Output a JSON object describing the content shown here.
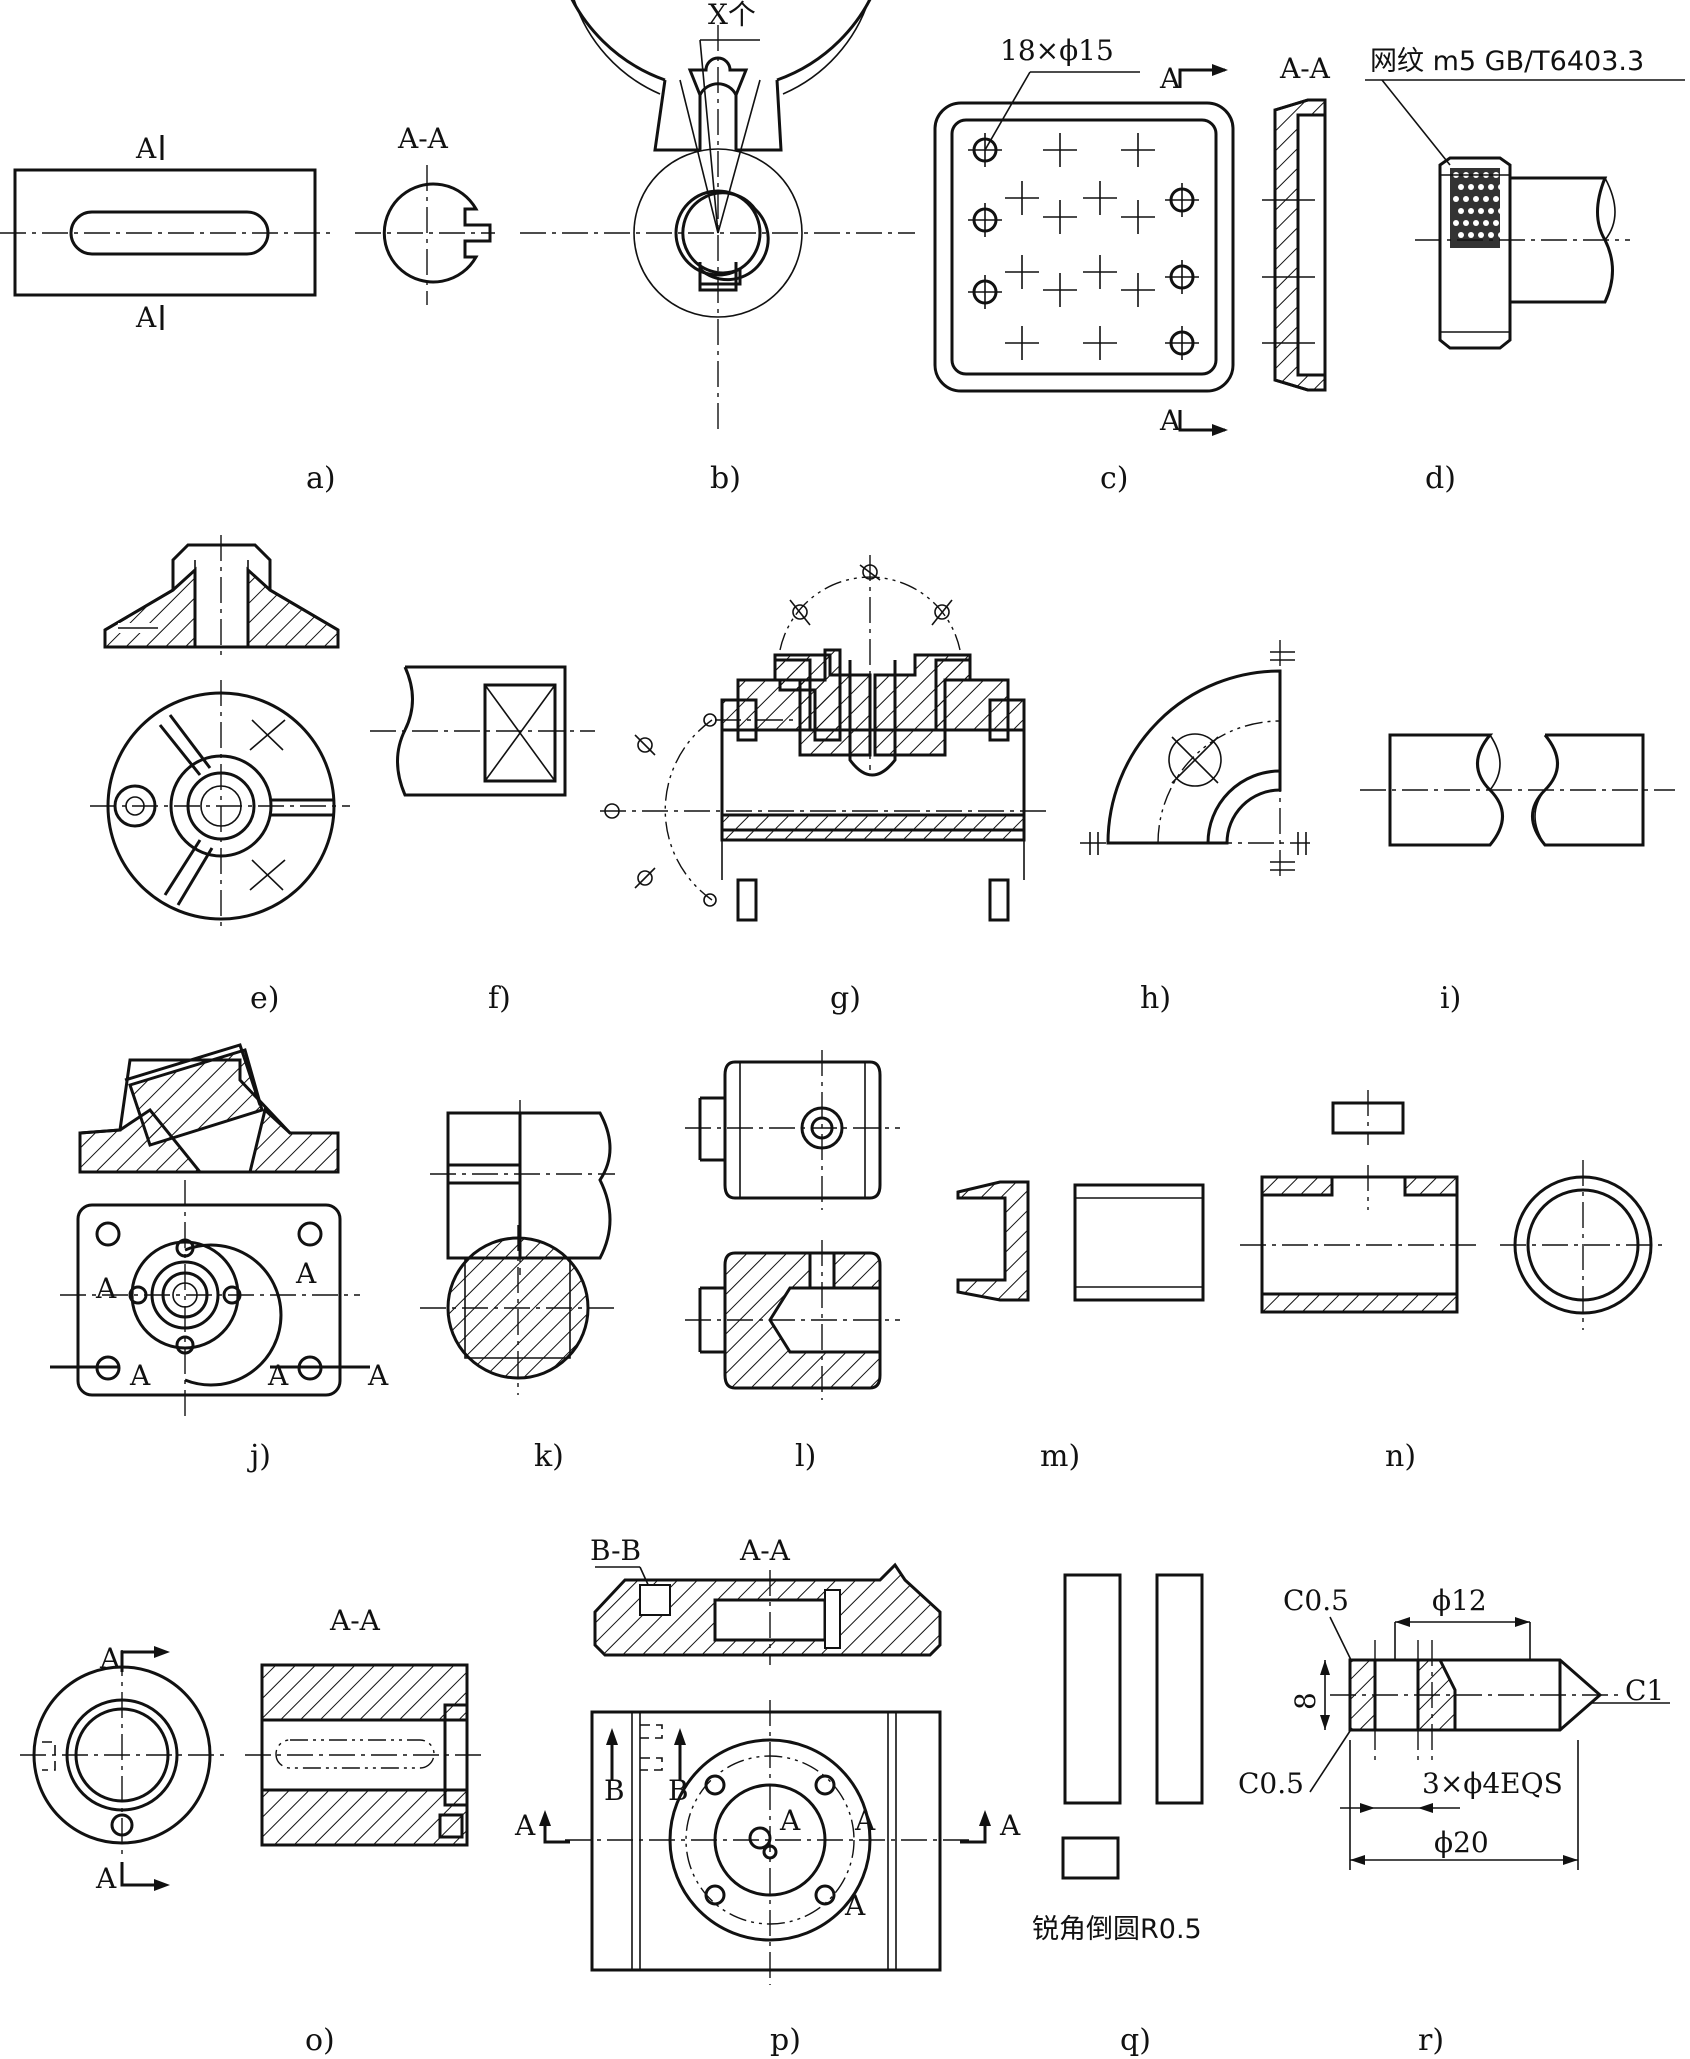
{
  "captions": {
    "a": "a)",
    "b": "b)",
    "c": "c)",
    "d": "d)",
    "e": "e)",
    "f": "f)",
    "g": "g)",
    "h": "h)",
    "i": "i)",
    "j": "j)",
    "k": "k)",
    "l": "l)",
    "m": "m)",
    "n": "n)",
    "o": "o)",
    "p": "p)",
    "q": "q)",
    "r": "r)"
  },
  "labels": {
    "a_section_mark": "A",
    "a_section_title": "A-A",
    "b_count": "X个",
    "c_holes": "18×ϕ15",
    "c_section_mark": "A",
    "c_section_title": "A-A",
    "d_knurl": "网纹 m5 GB/T6403.3",
    "j_mark": "A",
    "o_section_mark": "A",
    "o_section_title": "A-A",
    "p_section_bb": "B-B",
    "p_section_aa": "A-A",
    "p_mark_a": "A",
    "p_mark_b": "B",
    "q_note": "锐角倒圆R0.5",
    "r_chamfer_small": "C0.5",
    "r_chamfer_large": "C1",
    "r_dia12": "ϕ12",
    "r_dia20": "ϕ20",
    "r_height": "8",
    "r_holes": "3×ϕ4EQS"
  }
}
